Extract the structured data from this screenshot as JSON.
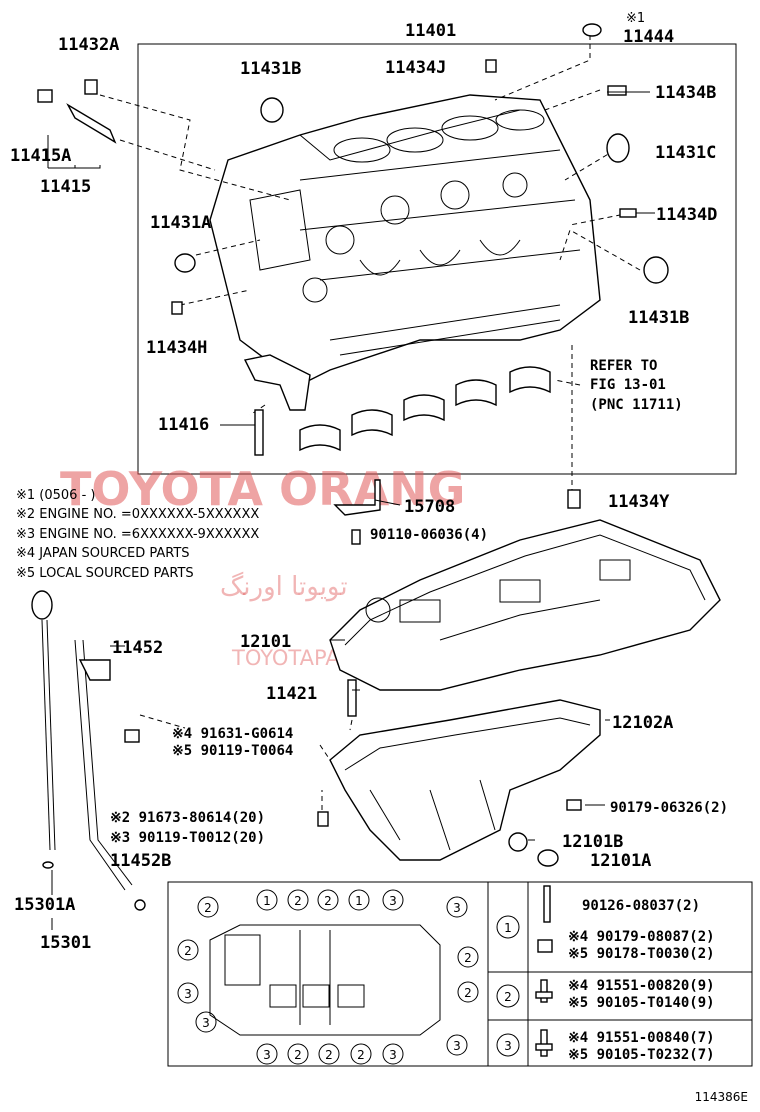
{
  "parts": {
    "p11432A": "11432A",
    "p11401": "11401",
    "note1": "※1",
    "p11444": "11444",
    "p11431B_top": "11431B",
    "p11434J": "11434J",
    "p11434B": "11434B",
    "p11415A": "11415A",
    "p11415": "11415",
    "p11431C": "11431C",
    "p11431A": "11431A",
    "p11434D": "11434D",
    "p11431B_right": "11431B",
    "p11434H": "11434H",
    "p11416": "11416",
    "p15708": "15708",
    "p11434Y": "11434Y",
    "p90110": "90110-06036(4)",
    "p11452": "11452",
    "p12101": "12101",
    "p11421": "11421",
    "p12102A": "12102A",
    "p91631": "※4 91631-G0614",
    "p90119a": "※5 90119-T0064",
    "p90179_06326": "90179-06326(2)",
    "p91673": "※2 91673-80614(20)",
    "p90119b": "※3 90119-T0012(20)",
    "p12101B": "12101B",
    "p11452B": "11452B",
    "p12101A": "12101A",
    "p15301A": "15301A",
    "p15301": "15301"
  },
  "refer": {
    "line1": "REFER TO",
    "line2": "FIG 13-01",
    "line3": "(PNC 11711)"
  },
  "notes": [
    "※1 (0506 -         )",
    "※2 ENGINE NO. =0XXXXXX-5XXXXXX",
    "※3 ENGINE NO. =6XXXXXX-9XXXXXX",
    "※4 JAPAN SOURCED PARTS",
    "※5 LOCAL SOURCED PARTS"
  ],
  "watermark": {
    "main": "TOYOTA ORANG",
    "arabic": "تويوتا اورنگ",
    "sub": "TOYOTAPART.IR"
  },
  "legend": {
    "r1_num": "1",
    "r1_a": "90126-08037(2)",
    "r1_b": "※4 90179-08087(2)",
    "r1_c": "※5 90178-T0030(2)",
    "r2_num": "2",
    "r2_a": "※4 91551-00820(9)",
    "r2_b": "※5 90105-T0140(9)",
    "r3_num": "3",
    "r3_a": "※4 91551-00840(7)",
    "r3_b": "※5 90105-T0232(7)"
  },
  "pan_callouts": {
    "c1": "2",
    "c2": "1",
    "c3": "2",
    "c4": "2",
    "c5": "1",
    "c6": "3",
    "c7": "3",
    "c8": "2",
    "c9": "2",
    "c10": "3",
    "c11": "2",
    "c12": "3",
    "c13": "3",
    "c14": "2",
    "c15": "2",
    "c16": "2",
    "c17": "3",
    "c18": "3"
  },
  "figure_id": "114386E"
}
